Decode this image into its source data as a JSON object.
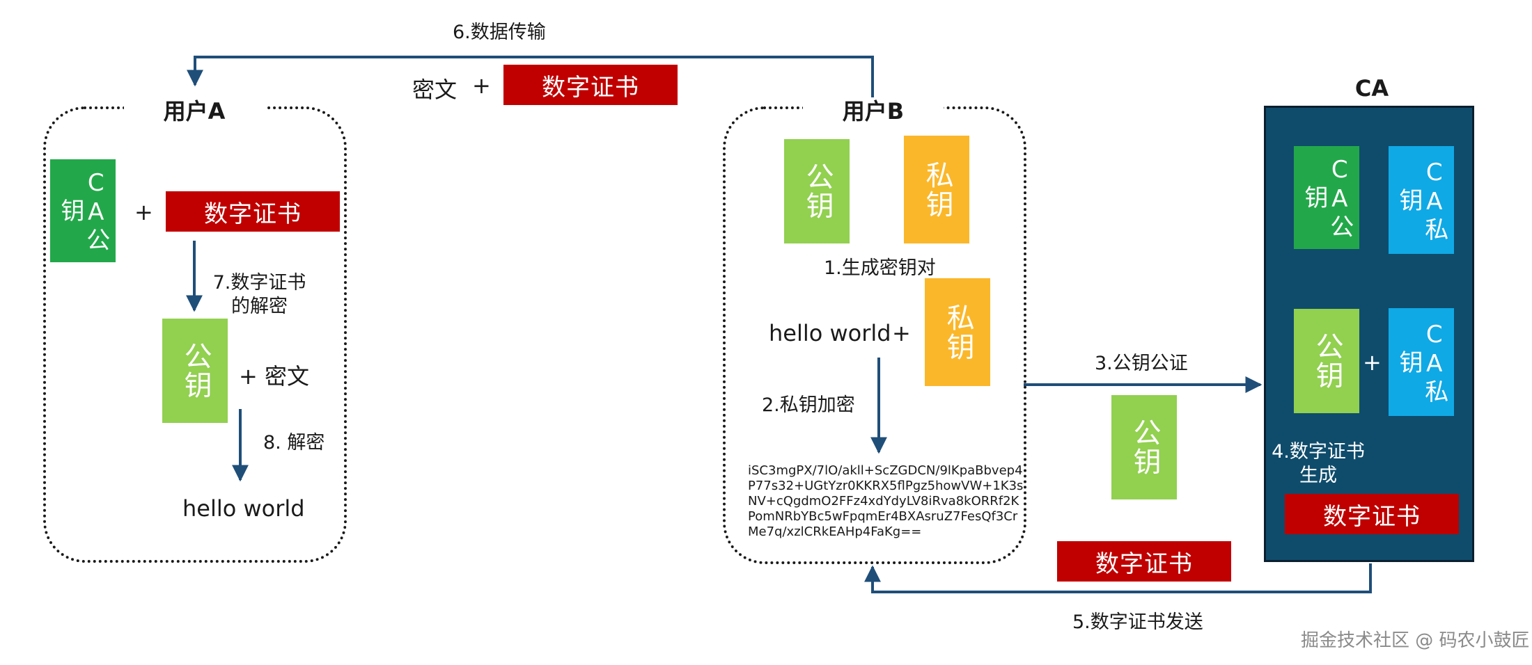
{
  "top_link": {
    "label": "6.数据传输",
    "ciphertext": "密文",
    "plus": "+",
    "cert": "数字证书"
  },
  "user_a": {
    "title": "用户A",
    "ca_public_key": "CA公钥",
    "plus1": "+",
    "cert": "数字证书",
    "step7": [
      "7.数字证书",
      "的解密"
    ],
    "public_key": "公钥",
    "plus_cipher": "+ 密文",
    "step8": "8. 解密",
    "result": "hello world"
  },
  "user_b": {
    "title": "用户B",
    "public_key": "公钥",
    "private_key": "私钥",
    "step1": "1.生成密钥对",
    "message": "hello world",
    "plus": "+",
    "private_key2": "私钥",
    "step2": "2.私钥加密",
    "cipher_lines": [
      "iSC3mgPX/7lO/akll+ScZGDCN/9lKpaBbvep4",
      "P77s32+UGtYzr0KKRX5flPgz5howVW+1K3s",
      "NV+cQgdmO2FFz4xdYdyLV8iRva8kORRf2K",
      "PomNRbYBc5wFpqmEr4BXAsruZ7FesQf3Cr",
      "Me7q/xzlCRkEAHp4FaKg=="
    ]
  },
  "middle": {
    "step3": "3.公钥公证",
    "public_key": "公钥",
    "cert": "数字证书",
    "step5": "5.数字证书发送"
  },
  "ca": {
    "title": "CA",
    "ca_public_key": "CA公钥",
    "ca_private_key": "CA私钥",
    "public_key": "公钥",
    "plus": "+",
    "ca_private_key2": "CA私钥",
    "step4": [
      "4.数字证书",
      "生成"
    ],
    "cert": "数字证书"
  },
  "watermark": "掘金技术社区 @ 码农小鼓匠",
  "colors": {
    "cert_red": "#c00000",
    "green_dark": "#22a84a",
    "green_light": "#92d050",
    "orange": "#fbb72a",
    "cyan": "#0fa9e6",
    "ca_panel": "#0f4c6c",
    "arrow": "#1f4e79"
  }
}
